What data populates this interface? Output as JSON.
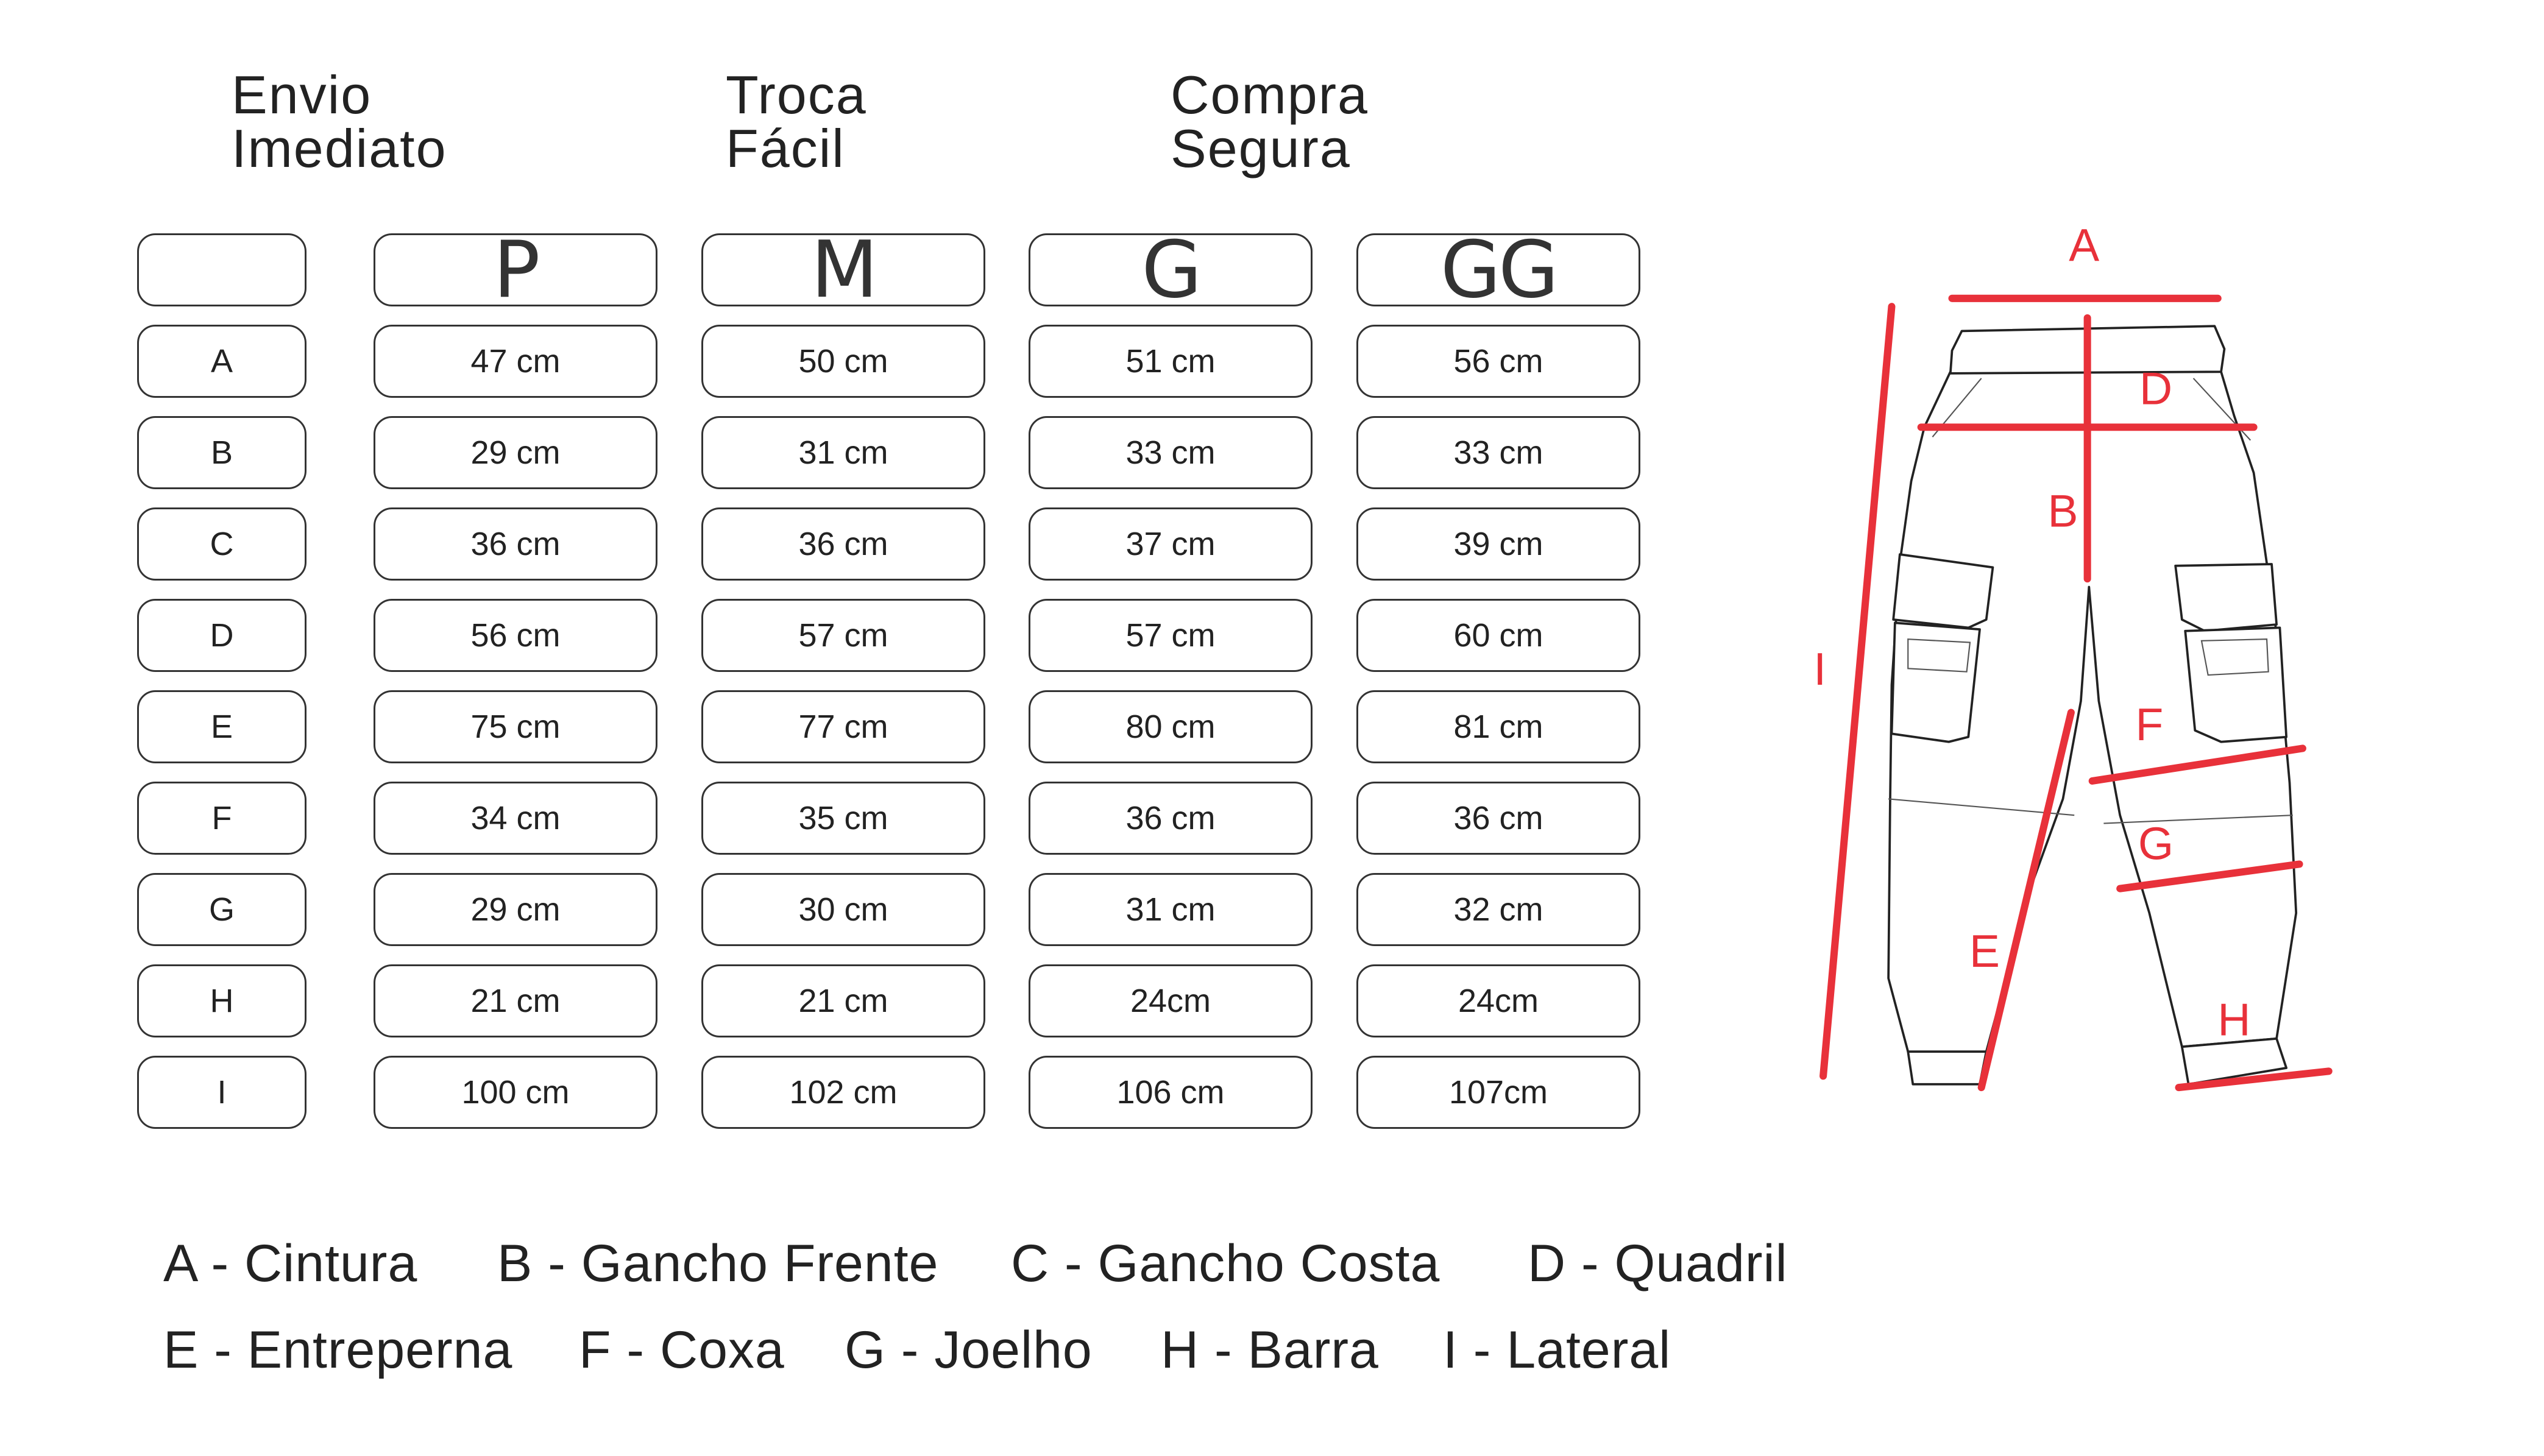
{
  "features": [
    {
      "line1": "Envio",
      "line2": "Imediato"
    },
    {
      "line1": "Troca",
      "line2": "Fácil"
    },
    {
      "line1": "Compra",
      "line2": "Segura"
    }
  ],
  "size_table": {
    "sizes": [
      "P",
      "M",
      "G",
      "GG"
    ],
    "rows": [
      {
        "label": "A",
        "values": [
          "47 cm",
          "50 cm",
          "51 cm",
          "56 cm"
        ]
      },
      {
        "label": "B",
        "values": [
          "29 cm",
          "31 cm",
          "33 cm",
          "33 cm"
        ]
      },
      {
        "label": "C",
        "values": [
          "36 cm",
          "36 cm",
          "37 cm",
          "39 cm"
        ]
      },
      {
        "label": "D",
        "values": [
          "56 cm",
          "57 cm",
          "57 cm",
          "60 cm"
        ]
      },
      {
        "label": "E",
        "values": [
          "75 cm",
          "77 cm",
          "80 cm",
          "81 cm"
        ]
      },
      {
        "label": "F",
        "values": [
          "34 cm",
          "35 cm",
          "36 cm",
          "36 cm"
        ]
      },
      {
        "label": "G",
        "values": [
          "29 cm",
          "30 cm",
          "31 cm",
          "32 cm"
        ]
      },
      {
        "label": "H",
        "values": [
          "21 cm",
          "21 cm",
          "24cm",
          "24cm"
        ]
      },
      {
        "label": "I",
        "values": [
          "100 cm",
          "102 cm",
          "106 cm",
          "107cm"
        ]
      }
    ]
  },
  "diagram": {
    "labels": {
      "A": "A",
      "B": "B",
      "D": "D",
      "E": "E",
      "F": "F",
      "G": "G",
      "H": "H",
      "I": "I"
    },
    "accent_color": "#e8313a"
  },
  "legend": {
    "line1": [
      "A - Cintura",
      "B - Gancho Frente",
      "C - Gancho Costa",
      "D - Quadril"
    ],
    "line2": [
      "E - Entreperna",
      "F - Coxa",
      "G - Joelho",
      "H - Barra",
      "I - Lateral"
    ]
  }
}
